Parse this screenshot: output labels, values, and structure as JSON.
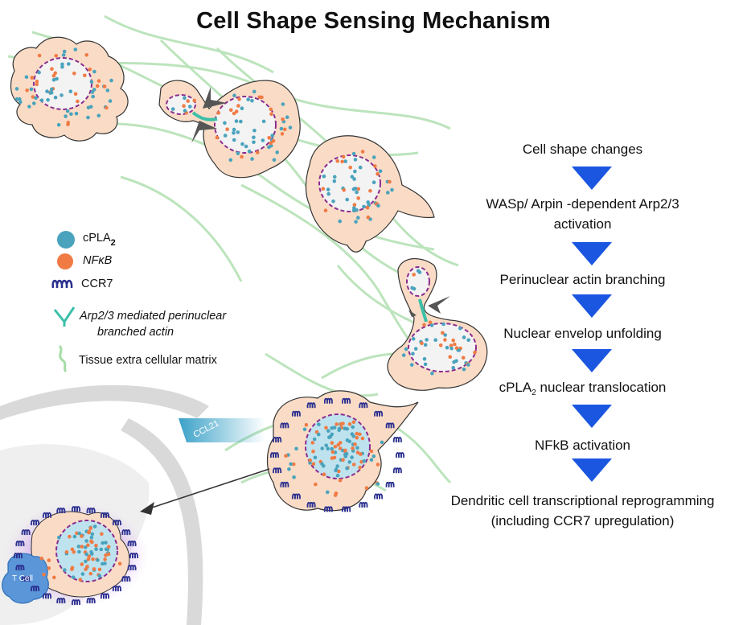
{
  "title": "Cell Shape Sensing Mechanism",
  "steps": [
    "Cell shape changes",
    "WASp/ Arpin -dependent Arp2/3",
    "activation",
    "Perinuclear actin branching",
    "Nuclear envelop unfolding",
    "cPLA",
    "2",
    " nuclear translocation",
    "NFkB activation",
    "Dendritic cell transcriptional reprogramming",
    "(including CCR7 upregulation)"
  ],
  "legend": {
    "cpla_main": "cPLA",
    "cpla_sub": "2",
    "nfkb": "NFκB",
    "ccr7": "CCR7",
    "arp_line1": "Arp2/3 mediated perinuclear",
    "arp_line2": "branched actin",
    "ecm": "Tissue extra cellular matrix"
  },
  "labels": {
    "ccl21": "CCL21",
    "tcell": "T Cell"
  },
  "colors": {
    "cell_fill": "#fadcc6",
    "cpla2": "#4aa3bd",
    "nfkb": "#f07b45",
    "ccr7": "#2a2f8f",
    "nucleus_border": "#8b2c8f",
    "actin": "#3cbfa8",
    "ecm": "#a6dca6",
    "arrow": "#1a56e0",
    "lymph": "#d9d9d9"
  }
}
